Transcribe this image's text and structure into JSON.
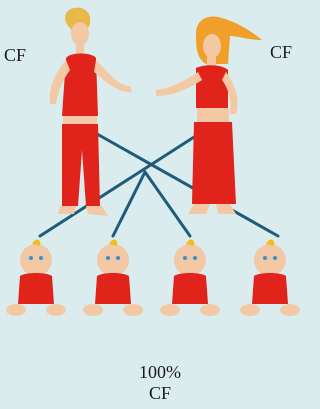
{
  "parents": {
    "father_label": "CF",
    "mother_label": "CF"
  },
  "offspring": {
    "count": 4,
    "percent_label": "100%",
    "genotype_label": "CF"
  },
  "colors": {
    "background": "#dbecee",
    "clothing": "#e0241b",
    "skin": "#f2c9a4",
    "cross_lines": "#1f5c7a",
    "father_hair": "#e8b84a",
    "mother_hair": "#f0a02a"
  }
}
